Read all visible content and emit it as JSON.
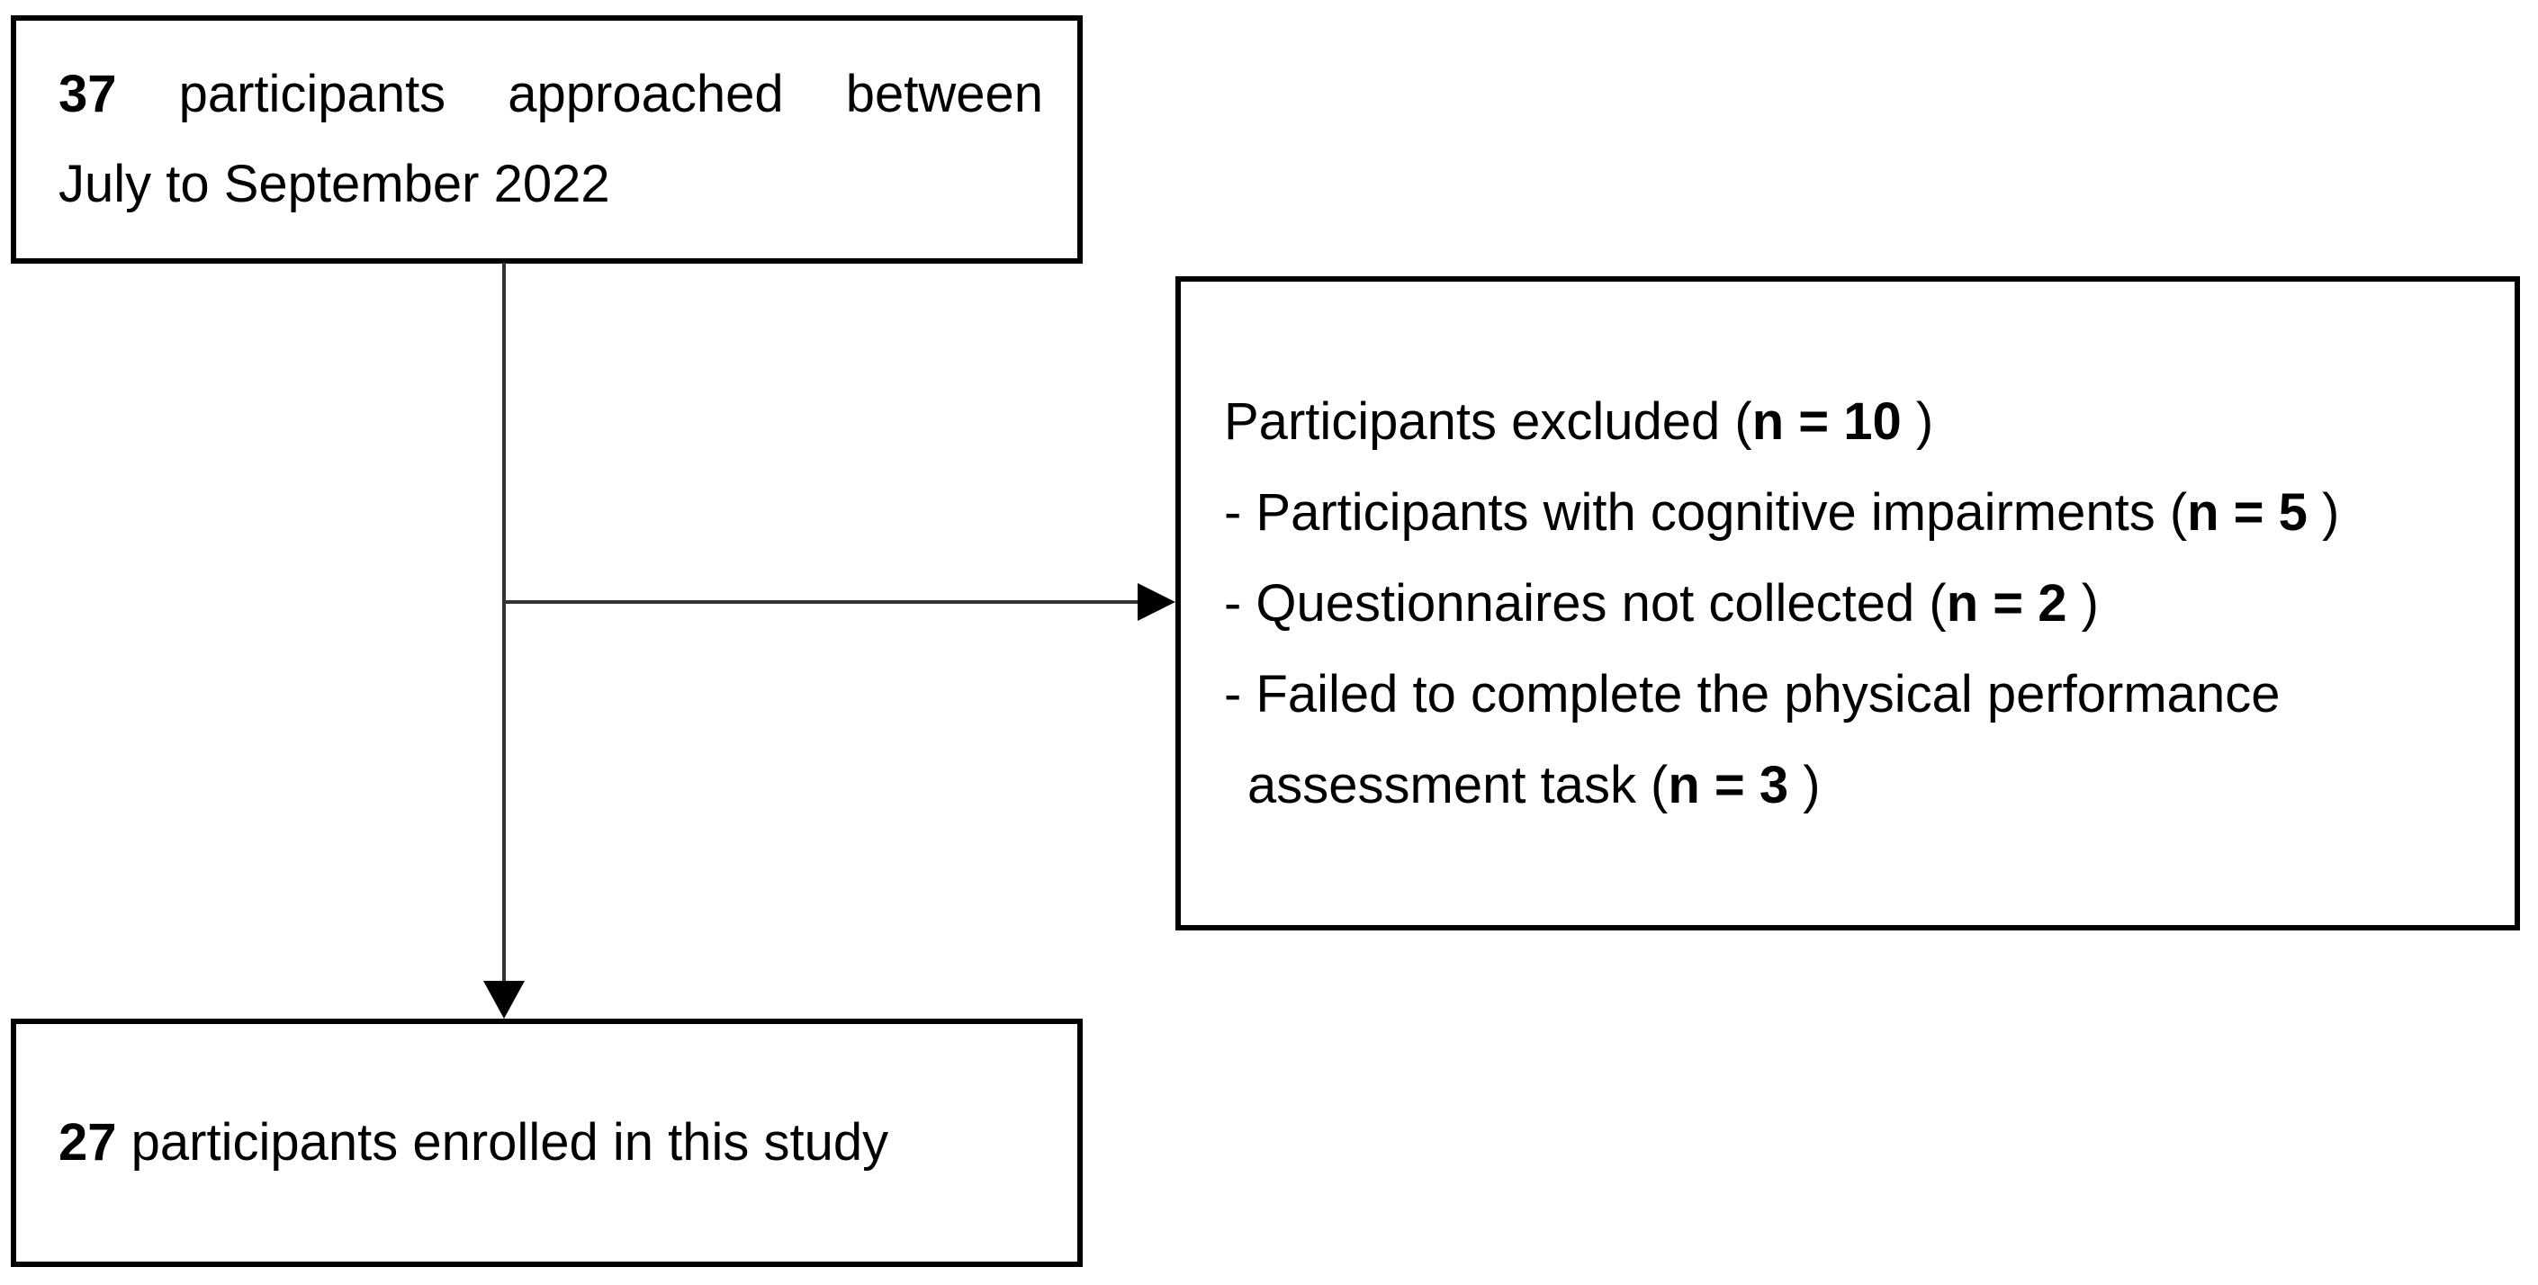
{
  "colors": {
    "background": "#ffffff",
    "box_border": "#000000",
    "connector_line": "#333333",
    "arrowhead": "#000000",
    "text": "#000000"
  },
  "boxes": {
    "approached": {
      "line1": [
        {
          "text": "37",
          "bold": true
        },
        {
          "text": " participants approached between",
          "bold": false
        }
      ],
      "line2": [
        {
          "text": "July to September 2022",
          "bold": false
        }
      ]
    },
    "excluded": {
      "lines": [
        [
          {
            "text": "Participants excluded (",
            "bold": false
          },
          {
            "text": "n = 10",
            "bold": true
          },
          {
            "text": " )",
            "bold": false
          }
        ],
        [
          {
            "text": "- Participants with cognitive impairments (",
            "bold": false
          },
          {
            "text": "n = 5",
            "bold": true
          },
          {
            "text": " )",
            "bold": false
          }
        ],
        [
          {
            "text": "- Questionnaires not collected (",
            "bold": false
          },
          {
            "text": "n = 2",
            "bold": true
          },
          {
            "text": " )",
            "bold": false
          }
        ],
        [
          {
            "text": "- Failed to complete the physical performance",
            "bold": false
          }
        ],
        [
          {
            "text": "assessment task (",
            "bold": false
          },
          {
            "text": "n = 3",
            "bold": true
          },
          {
            "text": " )",
            "bold": false
          }
        ]
      ]
    },
    "enrolled": {
      "line1": [
        {
          "text": "27",
          "bold": true
        },
        {
          "text": " participants enrolled in this study",
          "bold": false
        }
      ]
    }
  }
}
